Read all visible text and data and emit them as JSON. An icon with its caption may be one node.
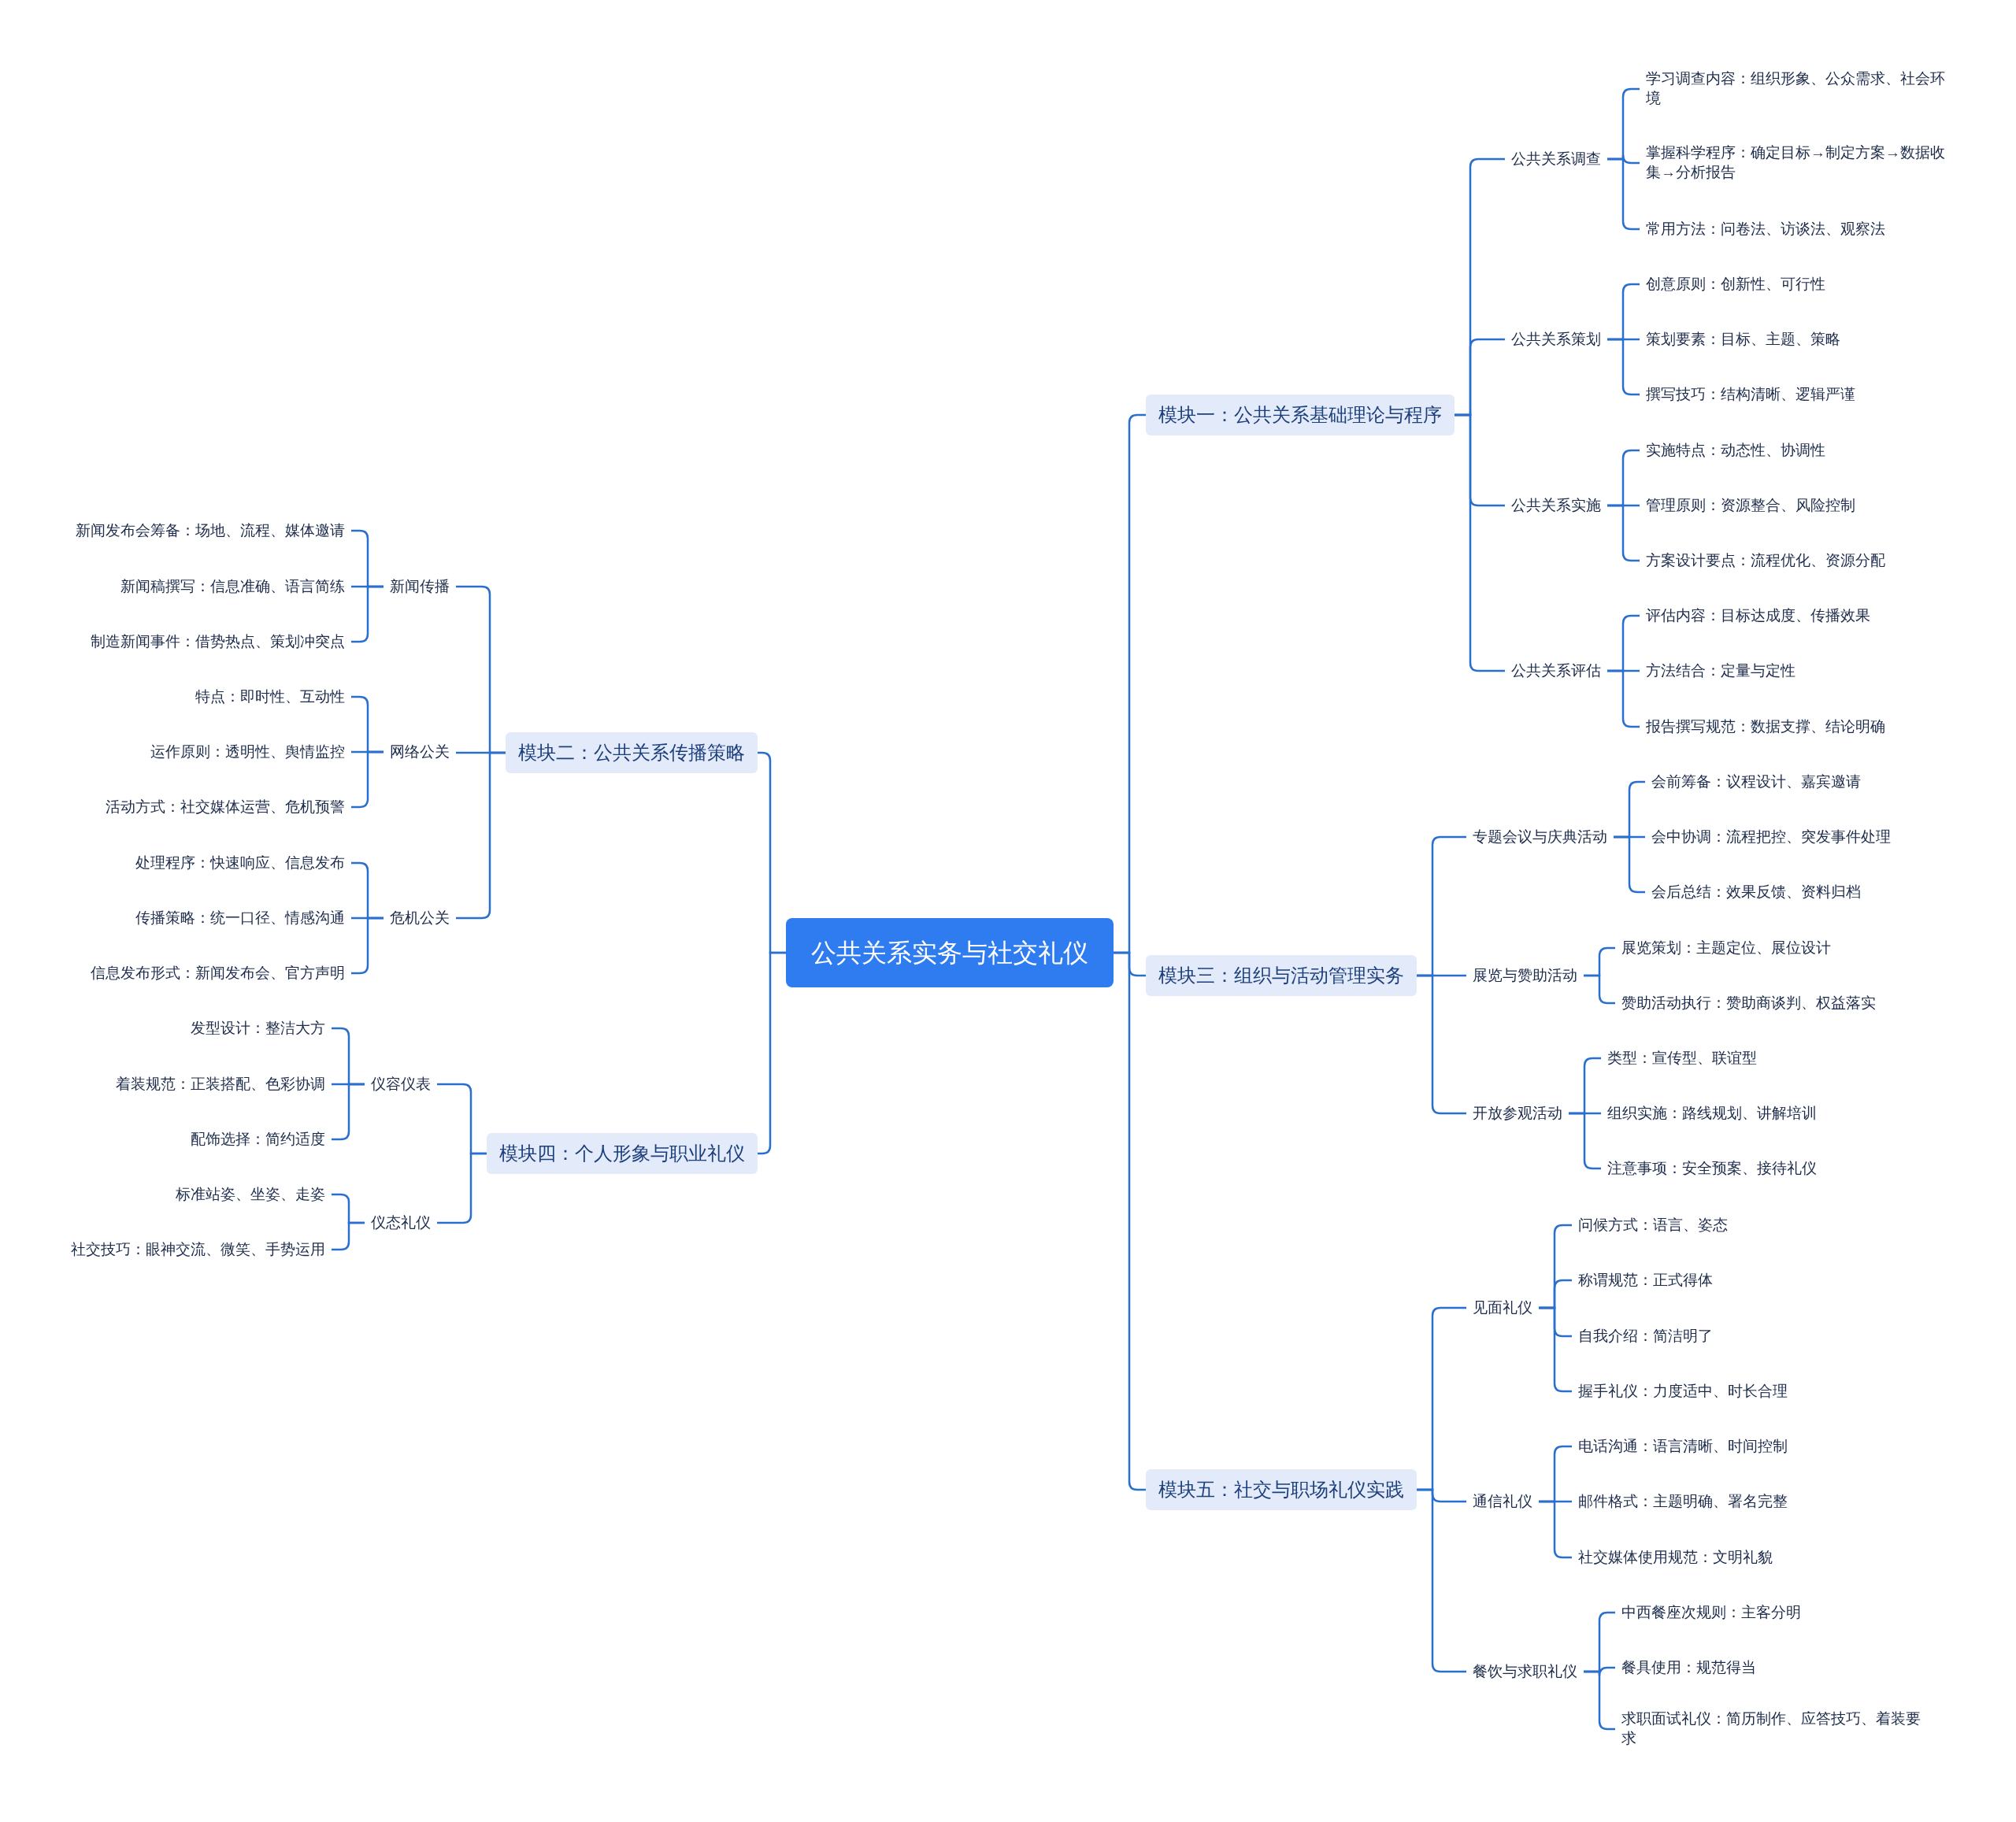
{
  "diagram": {
    "nodes": [
      {
        "text": [
          "公共关系实务与社交礼仪"
        ]
      },
      {
        "text": [
          "模块一：公共关系基础理论与程序"
        ]
      },
      {
        "text": [
          "公共关系调查"
        ]
      },
      {
        "text": [
          "学习调查内容：组织形象、公众需求、社会环境"
        ]
      },
      {
        "text": [
          "掌握科学程序：确定目标→制定方案→数据收集→分析报告"
        ]
      },
      {
        "text": [
          "常用方法：问卷法、访谈法、观察法"
        ]
      },
      {
        "text": [
          "公共关系策划"
        ]
      },
      {
        "text": [
          "创意原则：创新性、可行性"
        ]
      },
      {
        "text": [
          "策划要素：目标、主题、策略"
        ]
      },
      {
        "text": [
          "撰写技巧：结构清晰、逻辑严谨"
        ]
      },
      {
        "text": [
          "公共关系实施"
        ]
      },
      {
        "text": [
          "实施特点：动态性、协调性"
        ]
      },
      {
        "text": [
          "管理原则：资源整合、风险控制"
        ]
      },
      {
        "text": [
          "方案设计要点：流程优化、资源分配"
        ]
      },
      {
        "text": [
          "公共关系评估"
        ]
      },
      {
        "text": [
          "评估内容：目标达成度、传播效果"
        ]
      },
      {
        "text": [
          "方法结合：定量与定性"
        ]
      },
      {
        "text": [
          "报告撰写规范：数据支撑、结论明确"
        ]
      },
      {
        "text": [
          "模块二：公共关系传播策略"
        ]
      },
      {
        "text": [
          "新闻传播"
        ]
      },
      {
        "text": [
          "新闻发布会筹备：场地、流程、媒体邀请"
        ]
      },
      {
        "text": [
          "新闻稿撰写：信息准确、语言简练"
        ]
      },
      {
        "text": [
          "制造新闻事件：借势热点、策划冲突点"
        ]
      },
      {
        "text": [
          "网络公关"
        ]
      },
      {
        "text": [
          "特点：即时性、互动性"
        ]
      },
      {
        "text": [
          "运作原则：透明性、舆情监控"
        ]
      },
      {
        "text": [
          "活动方式：社交媒体运营、危机预警"
        ]
      },
      {
        "text": [
          "危机公关"
        ]
      },
      {
        "text": [
          "处理程序：快速响应、信息发布"
        ]
      },
      {
        "text": [
          "传播策略：统一口径、情感沟通"
        ]
      },
      {
        "text": [
          "信息发布形式：新闻发布会、官方声明"
        ]
      },
      {
        "text": [
          "模块三：组织与活动管理实务"
        ]
      },
      {
        "text": [
          "专题会议与庆典活动"
        ]
      },
      {
        "text": [
          "会前筹备：议程设计、嘉宾邀请"
        ]
      },
      {
        "text": [
          "会中协调：流程把控、突发事件处理"
        ]
      },
      {
        "text": [
          "会后总结：效果反馈、资料归档"
        ]
      },
      {
        "text": [
          "展览与赞助活动"
        ]
      },
      {
        "text": [
          "展览策划：主题定位、展位设计"
        ]
      },
      {
        "text": [
          "赞助活动执行：赞助商谈判、权益落实"
        ]
      },
      {
        "text": [
          "开放参观活动"
        ]
      },
      {
        "text": [
          "类型：宣传型、联谊型"
        ]
      },
      {
        "text": [
          "组织实施：路线规划、讲解培训"
        ]
      },
      {
        "text": [
          "注意事项：安全预案、接待礼仪"
        ]
      },
      {
        "text": [
          "模块四：个人形象与职业礼仪"
        ]
      },
      {
        "text": [
          "仪容仪表"
        ]
      },
      {
        "text": [
          "发型设计：整洁大方"
        ]
      },
      {
        "text": [
          "着装规范：正装搭配、色彩协调"
        ]
      },
      {
        "text": [
          "配饰选择：简约适度"
        ]
      },
      {
        "text": [
          "仪态礼仪"
        ]
      },
      {
        "text": [
          "标准站姿、坐姿、走姿"
        ]
      },
      {
        "text": [
          "社交技巧：眼神交流、微笑、手势运用"
        ]
      },
      {
        "text": [
          "模块五：社交与职场礼仪实践"
        ]
      },
      {
        "text": [
          "见面礼仪"
        ]
      },
      {
        "text": [
          "问候方式：语言、姿态"
        ]
      },
      {
        "text": [
          "称谓规范：正式得体"
        ]
      },
      {
        "text": [
          "自我介绍：简洁明了"
        ]
      },
      {
        "text": [
          "握手礼仪：力度适中、时长合理"
        ]
      },
      {
        "text": [
          "通信礼仪"
        ]
      },
      {
        "text": [
          "电话沟通：语言清晰、时间控制"
        ]
      },
      {
        "text": [
          "邮件格式：主题明确、署名完整"
        ]
      },
      {
        "text": [
          "社交媒体使用规范：文明礼貌"
        ]
      },
      {
        "text": [
          "餐饮与求职礼仪"
        ]
      },
      {
        "text": [
          "中西餐座次规则：主客分明"
        ]
      },
      {
        "text": [
          "餐具使用：规范得当"
        ]
      },
      {
        "text": [
          "求职面试礼仪：简历制作、应答技巧、着装要求"
        ]
      }
    ],
    "edges": [
      {
        "from": 0,
        "to": 1,
        "arrow": "none"
      },
      {
        "from": 1,
        "to": 2,
        "arrow": "none"
      },
      {
        "from": 2,
        "to": 3,
        "arrow": "none"
      },
      {
        "from": 2,
        "to": 4,
        "arrow": "none"
      },
      {
        "from": 2,
        "to": 5,
        "arrow": "none"
      },
      {
        "from": 1,
        "to": 6,
        "arrow": "none"
      },
      {
        "from": 6,
        "to": 7,
        "arrow": "none"
      },
      {
        "from": 6,
        "to": 8,
        "arrow": "none"
      },
      {
        "from": 6,
        "to": 9,
        "arrow": "none"
      },
      {
        "from": 1,
        "to": 10,
        "arrow": "none"
      },
      {
        "from": 10,
        "to": 11,
        "arrow": "none"
      },
      {
        "from": 10,
        "to": 12,
        "arrow": "none"
      },
      {
        "from": 10,
        "to": 13,
        "arrow": "none"
      },
      {
        "from": 1,
        "to": 14,
        "arrow": "none"
      },
      {
        "from": 14,
        "to": 15,
        "arrow": "none"
      },
      {
        "from": 14,
        "to": 16,
        "arrow": "none"
      },
      {
        "from": 14,
        "to": 17,
        "arrow": "none"
      },
      {
        "from": 0,
        "to": 18,
        "arrow": "none"
      },
      {
        "from": 18,
        "to": 19,
        "arrow": "none"
      },
      {
        "from": 19,
        "to": 20,
        "arrow": "none"
      },
      {
        "from": 19,
        "to": 21,
        "arrow": "none"
      },
      {
        "from": 19,
        "to": 22,
        "arrow": "none"
      },
      {
        "from": 18,
        "to": 23,
        "arrow": "none"
      },
      {
        "from": 23,
        "to": 24,
        "arrow": "none"
      },
      {
        "from": 23,
        "to": 25,
        "arrow": "none"
      },
      {
        "from": 23,
        "to": 26,
        "arrow": "none"
      },
      {
        "from": 18,
        "to": 27,
        "arrow": "none"
      },
      {
        "from": 27,
        "to": 28,
        "arrow": "none"
      },
      {
        "from": 27,
        "to": 29,
        "arrow": "none"
      },
      {
        "from": 27,
        "to": 30,
        "arrow": "none"
      },
      {
        "from": 0,
        "to": 31,
        "arrow": "none"
      },
      {
        "from": 31,
        "to": 32,
        "arrow": "none"
      },
      {
        "from": 32,
        "to": 33,
        "arrow": "none"
      },
      {
        "from": 32,
        "to": 34,
        "arrow": "none"
      },
      {
        "from": 32,
        "to": 35,
        "arrow": "none"
      },
      {
        "from": 31,
        "to": 36,
        "arrow": "none"
      },
      {
        "from": 36,
        "to": 37,
        "arrow": "none"
      },
      {
        "from": 36,
        "to": 38,
        "arrow": "none"
      },
      {
        "from": 31,
        "to": 39,
        "arrow": "none"
      },
      {
        "from": 39,
        "to": 40,
        "arrow": "none"
      },
      {
        "from": 39,
        "to": 41,
        "arrow": "none"
      },
      {
        "from": 39,
        "to": 42,
        "arrow": "none"
      },
      {
        "from": 0,
        "to": 43,
        "arrow": "none"
      },
      {
        "from": 43,
        "to": 44,
        "arrow": "none"
      },
      {
        "from": 44,
        "to": 45,
        "arrow": "none"
      },
      {
        "from": 44,
        "to": 46,
        "arrow": "none"
      },
      {
        "from": 44,
        "to": 47,
        "arrow": "none"
      },
      {
        "from": 43,
        "to": 48,
        "arrow": "none"
      },
      {
        "from": 48,
        "to": 49,
        "arrow": "none"
      },
      {
        "from": 48,
        "to": 50,
        "arrow": "none"
      },
      {
        "from": 0,
        "to": 51,
        "arrow": "none"
      },
      {
        "from": 51,
        "to": 52,
        "arrow": "none"
      },
      {
        "from": 52,
        "to": 53,
        "arrow": "none"
      },
      {
        "from": 52,
        "to": 54,
        "arrow": "none"
      },
      {
        "from": 52,
        "to": 55,
        "arrow": "none"
      },
      {
        "from": 52,
        "to": 56,
        "arrow": "none"
      },
      {
        "from": 51,
        "to": 57,
        "arrow": "none"
      },
      {
        "from": 57,
        "to": 58,
        "arrow": "none"
      },
      {
        "from": 57,
        "to": 59,
        "arrow": "none"
      },
      {
        "from": 57,
        "to": 60,
        "arrow": "none"
      },
      {
        "from": 51,
        "to": 61,
        "arrow": "none"
      },
      {
        "from": 61,
        "to": 62,
        "arrow": "none"
      },
      {
        "from": 61,
        "to": 63,
        "arrow": "none"
      },
      {
        "from": 61,
        "to": 64,
        "arrow": "none"
      }
    ]
  }
}
